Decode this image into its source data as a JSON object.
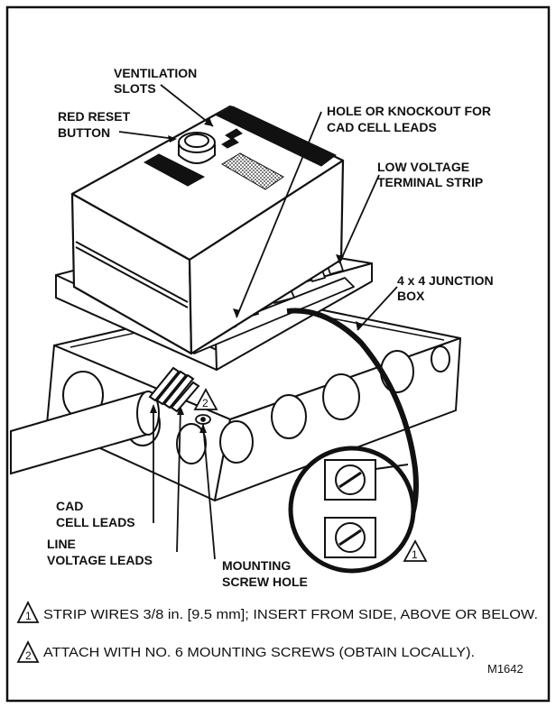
{
  "figure": {
    "labels": {
      "ventilation_slots": [
        "VENTILATION",
        "SLOTS"
      ],
      "red_reset_button": [
        "RED RESET",
        "BUTTON"
      ],
      "hole_knockout": [
        "HOLE OR KNOCKOUT FOR",
        "CAD CELL LEADS"
      ],
      "low_voltage_strip": [
        "LOW VOLTAGE",
        "TERMINAL STRIP"
      ],
      "junction_box": [
        "4 x 4 JUNCTION",
        "BOX"
      ],
      "cad_cell_leads": [
        "CAD",
        "CELL LEADS"
      ],
      "line_voltage_leads": [
        "LINE",
        "VOLTAGE LEADS"
      ],
      "mounting_screw_hole": [
        "MOUNTING",
        "SCREW HOLE"
      ]
    },
    "callouts": {
      "one": "1",
      "two": "2"
    },
    "notes": [
      {
        "num": "1",
        "text": "STRIP WIRES 3/8 in. [9.5 mm]; INSERT FROM SIDE, ABOVE OR BELOW."
      },
      {
        "num": "2",
        "text": "ATTACH WITH NO. 6 MOUNTING SCREWS (OBTAIN LOCALLY)."
      }
    ],
    "figure_code": "M1642"
  }
}
